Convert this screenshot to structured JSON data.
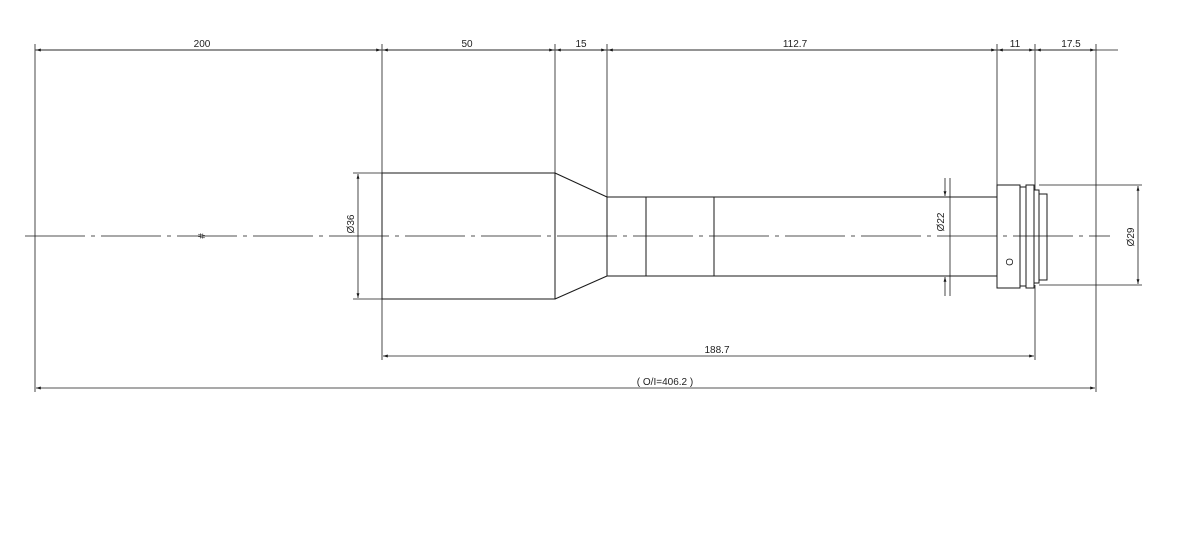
{
  "diagram": {
    "dimensions": {
      "object_distance": "200",
      "front_barrel_length": "50",
      "taper_length": "15",
      "tube_length": "112.7",
      "ring_length": "11",
      "back_focus": "17.5",
      "lens_length": "188.7",
      "total_length": "( O/I=406.2 )"
    },
    "diameters": {
      "front": "Ø36",
      "tube": "Ø22",
      "mount": "Ø29"
    },
    "marks": {
      "object_symbol": "#",
      "ring_symbol": "O"
    }
  }
}
